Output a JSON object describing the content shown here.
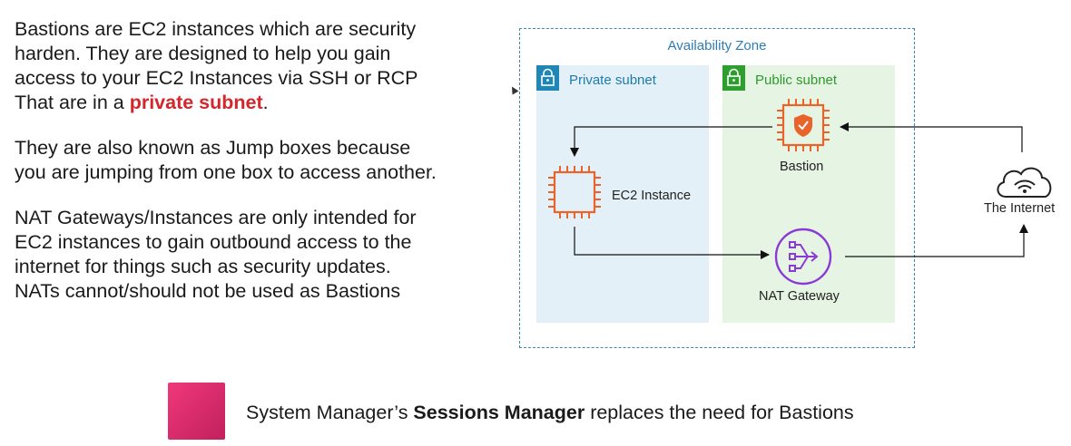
{
  "text": {
    "para1": {
      "line1": "Bastions are EC2 instances which are security",
      "line2": "harden. They are designed to help you gain",
      "line3": "access to your EC2 Instances via SSH or RCP",
      "line4_prefix": "That are in a ",
      "line4_highlight": "private subnet",
      "line4_suffix": "."
    },
    "para2": {
      "line1": "They are also known as Jump boxes because",
      "line2": "you are jumping from one box to access another."
    },
    "para3": {
      "line1": "NAT Gateways/Instances are only intended for",
      "line2": "EC2 instances to gain outbound access to the",
      "line3": "internet for things such as security updates.",
      "line4": "NATs cannot/should not be used as Bastions"
    }
  },
  "diagram": {
    "availability_zone": "Availability Zone",
    "private_subnet": "Private subnet",
    "public_subnet": "Public subnet",
    "bastion": "Bastion",
    "ec2_instance": "EC2 Instance",
    "nat_gateway": "NAT Gateway",
    "internet": "The Internet"
  },
  "bottom": {
    "prefix": "System Manager’s ",
    "bold": "Sessions Manager",
    "suffix": " replaces the need for Bastions"
  },
  "colors": {
    "highlight": "#d4262b",
    "ec2_orange": "#e8642a",
    "nat_purple": "#8a3ad6",
    "private_blue": "#1f87b8",
    "public_green": "#2e9e2e",
    "sessions_pink": "#e0306e"
  }
}
